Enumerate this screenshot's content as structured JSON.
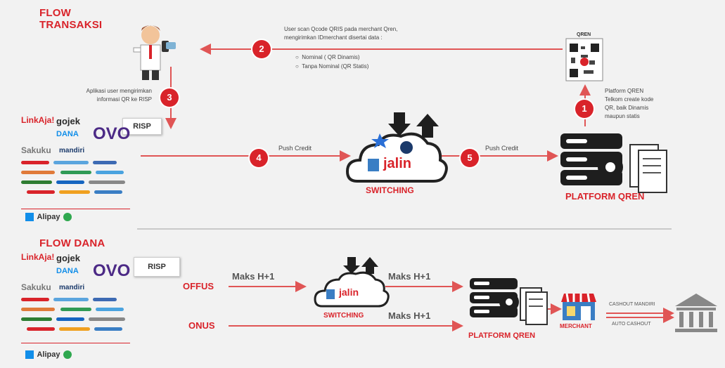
{
  "top": {
    "title_line1": "FLOW",
    "title_line2": "TRANSAKSI",
    "step2_text_line1": "User scan Qcode QRIS pada merchant Qren,",
    "step2_text_line2": "mengirimkan IDmerchant disertai data :",
    "step2_bullets": [
      "Nominal ( QR Dinamis)",
      "Tanpa Nominal (QR Statis)"
    ],
    "step3_text_line1": "Aplikasi user mengirimkan",
    "step3_text_line2": "informasi QR ke RISP",
    "step1_text": [
      "Platform QREN",
      "Telkom create kode",
      "QR, baik Dinamis",
      "maupun statis"
    ],
    "risp_label": "RISP",
    "step4_label": "Push Credit",
    "step5_label": "Push Credit",
    "switching_label": "SWITCHING",
    "platform_label": "PLATFORM QREN",
    "badges": [
      "1",
      "2",
      "3",
      "4",
      "5"
    ]
  },
  "bottom": {
    "title": "FLOW DANA",
    "risp_label": "RISP",
    "offus_label": "OFFUS",
    "onus_label": "ONUS",
    "maks1": "Maks H+1",
    "maks2": "Maks H+1",
    "maks3": "Maks H+1",
    "switching_label": "SWITCHING",
    "platform_label": "PLATFORM QREN",
    "merchant_label": "MERCHANT",
    "cashout_label": "CASHOUT MANDIRI",
    "auto_cashout_label": "AUTO CASHOUT"
  },
  "logos": {
    "linkaja": "LinkAja!",
    "gojek": "gojek",
    "dana": "DANA",
    "ovo": "OVO",
    "sakuku": "Sakuku",
    "mandiri": "mandiri",
    "alipay": "Alipay",
    "jalin": "jalin",
    "qr_label": "QREN"
  },
  "colors": {
    "accent": "#d9232a",
    "arrow": "#e05555",
    "dark": "#1e1e1e"
  }
}
